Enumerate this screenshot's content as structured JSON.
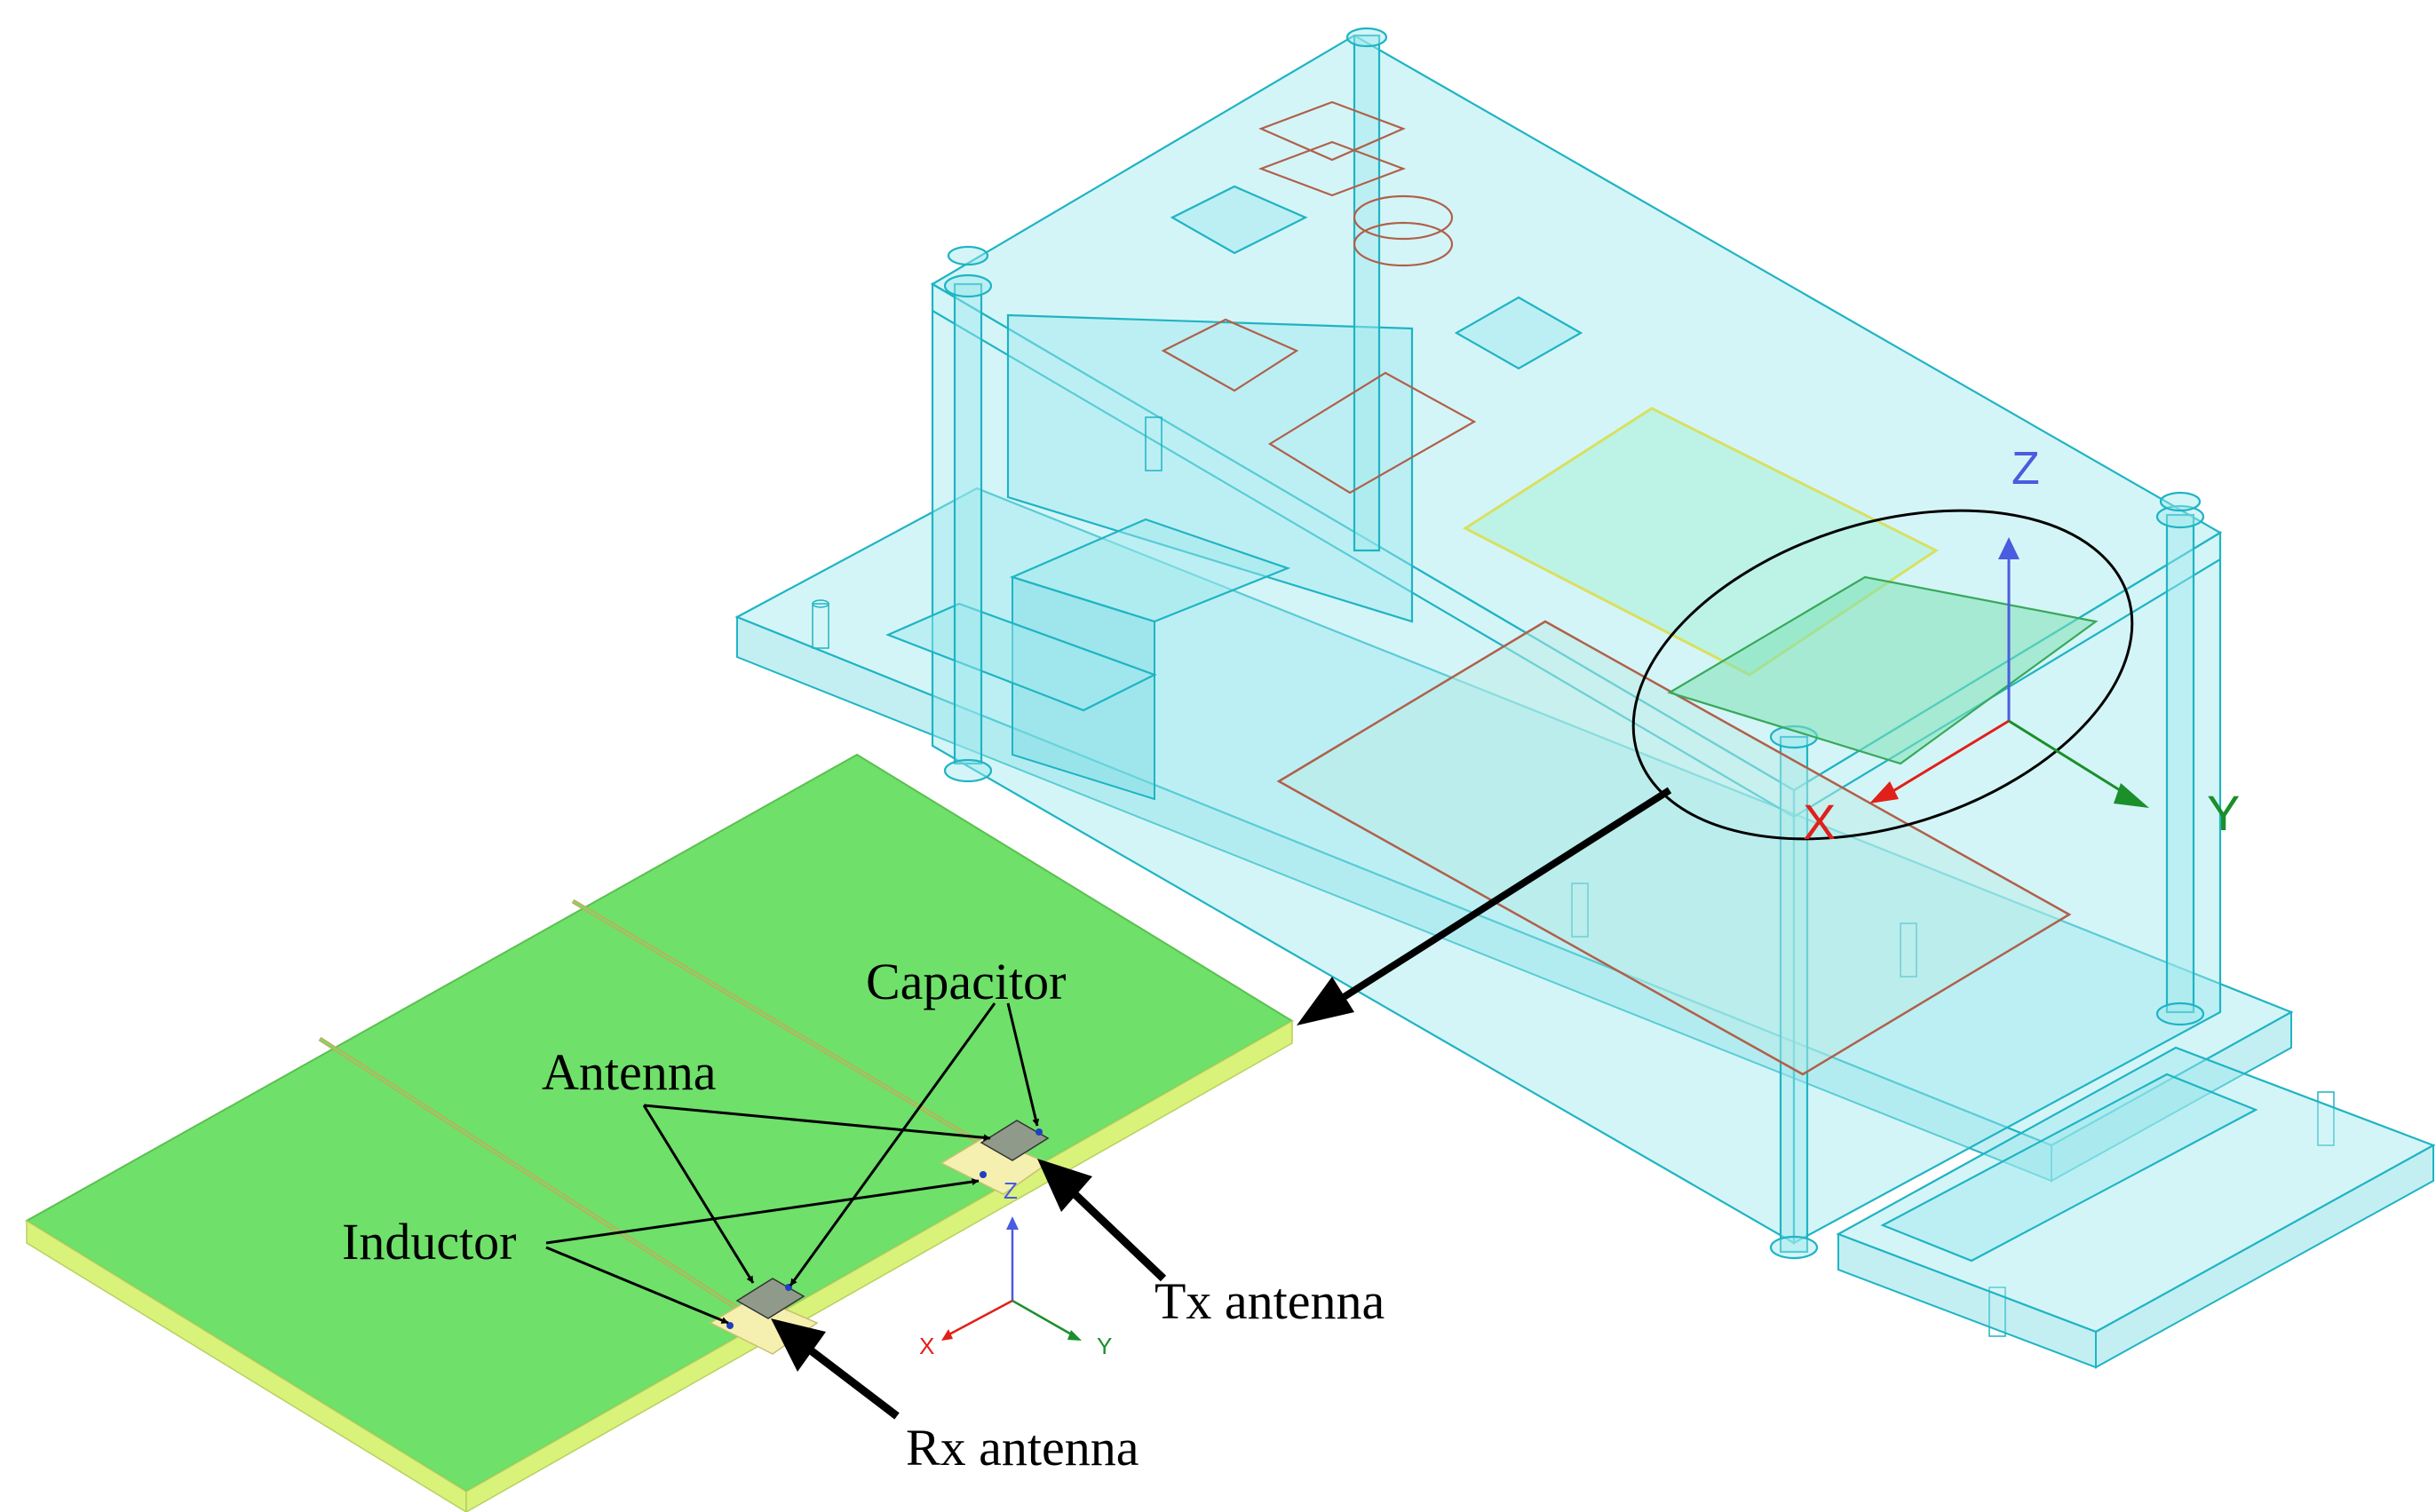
{
  "labels": {
    "capacitor": "Capacitor",
    "antenna": "Antenna",
    "inductor": "Inductor",
    "tx_antenna": "Tx antenna",
    "rx_antenna": "Rx antenna"
  },
  "main_axes": {
    "x": "X",
    "y": "Y",
    "z": "Z"
  },
  "small_axes": {
    "x": "X",
    "y": "Y",
    "z": "Z"
  },
  "colors": {
    "enclosure": "#1fb4c4",
    "board": "#6fe06a",
    "board_edge": "#d9f27a",
    "component_outline": "#b0604a",
    "axis_x": "#e0201a",
    "axis_y": "#1a8f2a",
    "axis_z": "#4a5ce0"
  }
}
